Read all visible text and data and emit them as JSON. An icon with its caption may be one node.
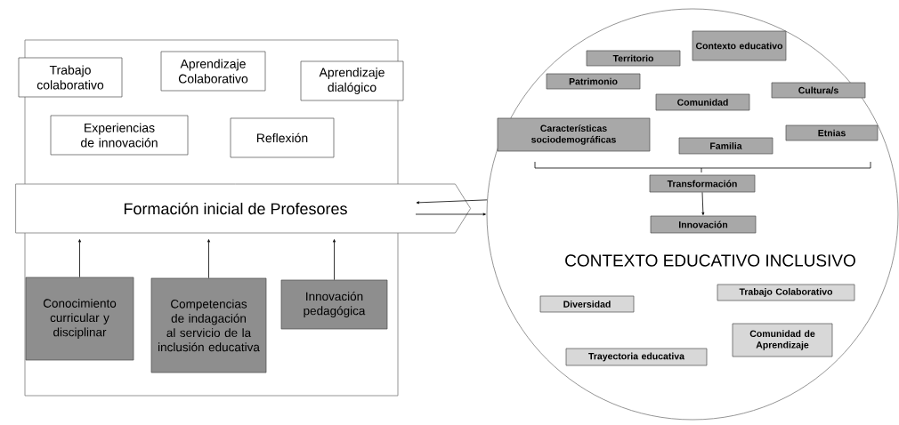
{
  "diagram": {
    "nodes": [
      {
        "text": [],
        "shape": "box"
      },
      {
        "text": [
          "Trabajo colaborativo"
        ],
        "in": 0
      },
      {
        "text": [
          "Aprendizaje Colaborativo"
        ],
        "in": 0
      },
      {
        "text": [
          "Aprendizaje dialógico"
        ],
        "in": 0
      },
      {
        "text": [
          "Experiencias de innovación"
        ],
        "in": 0
      },
      {
        "text": [
          "Reflexión"
        ],
        "in": 0
      },
      {
        "text": [
          "Formación inicial de Profesores"
        ]
      },
      {
        "text": [
          "Conocimiento curricular y disciplinar"
        ],
        "in": 0
      },
      {
        "text": [
          "Competencias de indagación al servicio de la inclusión educativa"
        ],
        "in": 0
      },
      {
        "text": [
          "Innovación pedagógica"
        ],
        "in": 0
      },
      {
        "text": [
          "CONTEXTO EDUCATIVO INCLUSIVO"
        ]
      },
      {
        "text": [
          "Contexto educativo"
        ],
        "in": 10
      },
      {
        "text": [
          "Territorio"
        ],
        "in": 10
      },
      {
        "text": [
          "Patrimonio"
        ],
        "in": 10
      },
      {
        "text": [
          "Cultura/s"
        ],
        "in": 10
      },
      {
        "text": [
          "Comunidad"
        ],
        "in": 10
      },
      {
        "text": [
          "Características sociodemográficas"
        ],
        "in": 10
      },
      {
        "text": [
          "Etnias"
        ],
        "in": 10
      },
      {
        "text": [
          "Familia"
        ],
        "in": 10
      },
      {
        "text": [
          "Transformación"
        ],
        "in": 10
      },
      {
        "text": [
          "Innovación"
        ],
        "in": 10
      },
      {
        "text": [
          "Trabajo Colaborativo"
        ],
        "in": 10
      },
      {
        "text": [
          "Diversidad"
        ],
        "in": 10
      },
      {
        "text": [
          "Comunidad de Aprendizaje"
        ],
        "in": 10
      },
      {
        "text": [
          "Trayectoria educativa"
        ],
        "in": 10
      }
    ],
    "edges": [
      {
        "from": 7,
        "to": 6,
        "arrow": "to"
      },
      {
        "from": 8,
        "to": 6,
        "arrow": "to"
      },
      {
        "from": 9,
        "to": 6,
        "arrow": "to"
      },
      {
        "from": 10,
        "to": 6,
        "arrow": "to"
      },
      {
        "from": 6,
        "to": 10,
        "arrow": "to"
      },
      {
        "from": 19,
        "to": 20,
        "arrow": "to"
      }
    ]
  }
}
